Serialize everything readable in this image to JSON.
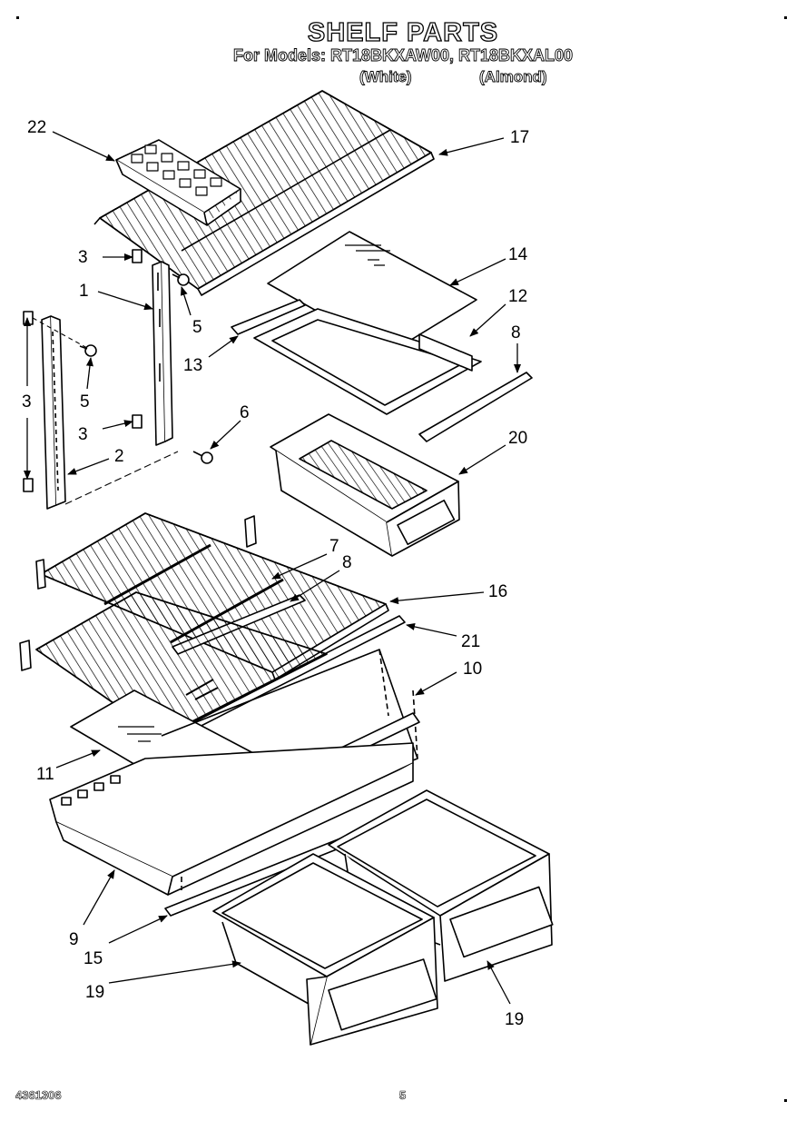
{
  "title": "SHELF PARTS",
  "models_line": "For Models: RT18BKXAW00, RT18BKXAL00",
  "variants": [
    "(White)",
    "(Almond)"
  ],
  "footer": {
    "doc_number": "4361306",
    "page_number": "5"
  },
  "callouts": [
    "22",
    "17",
    "3",
    "1",
    "5",
    "14",
    "12",
    "13",
    "8",
    "3",
    "5",
    "3",
    "6",
    "2",
    "20",
    "7",
    "8",
    "16",
    "21",
    "10",
    "11",
    "9",
    "15",
    "19",
    "19"
  ]
}
